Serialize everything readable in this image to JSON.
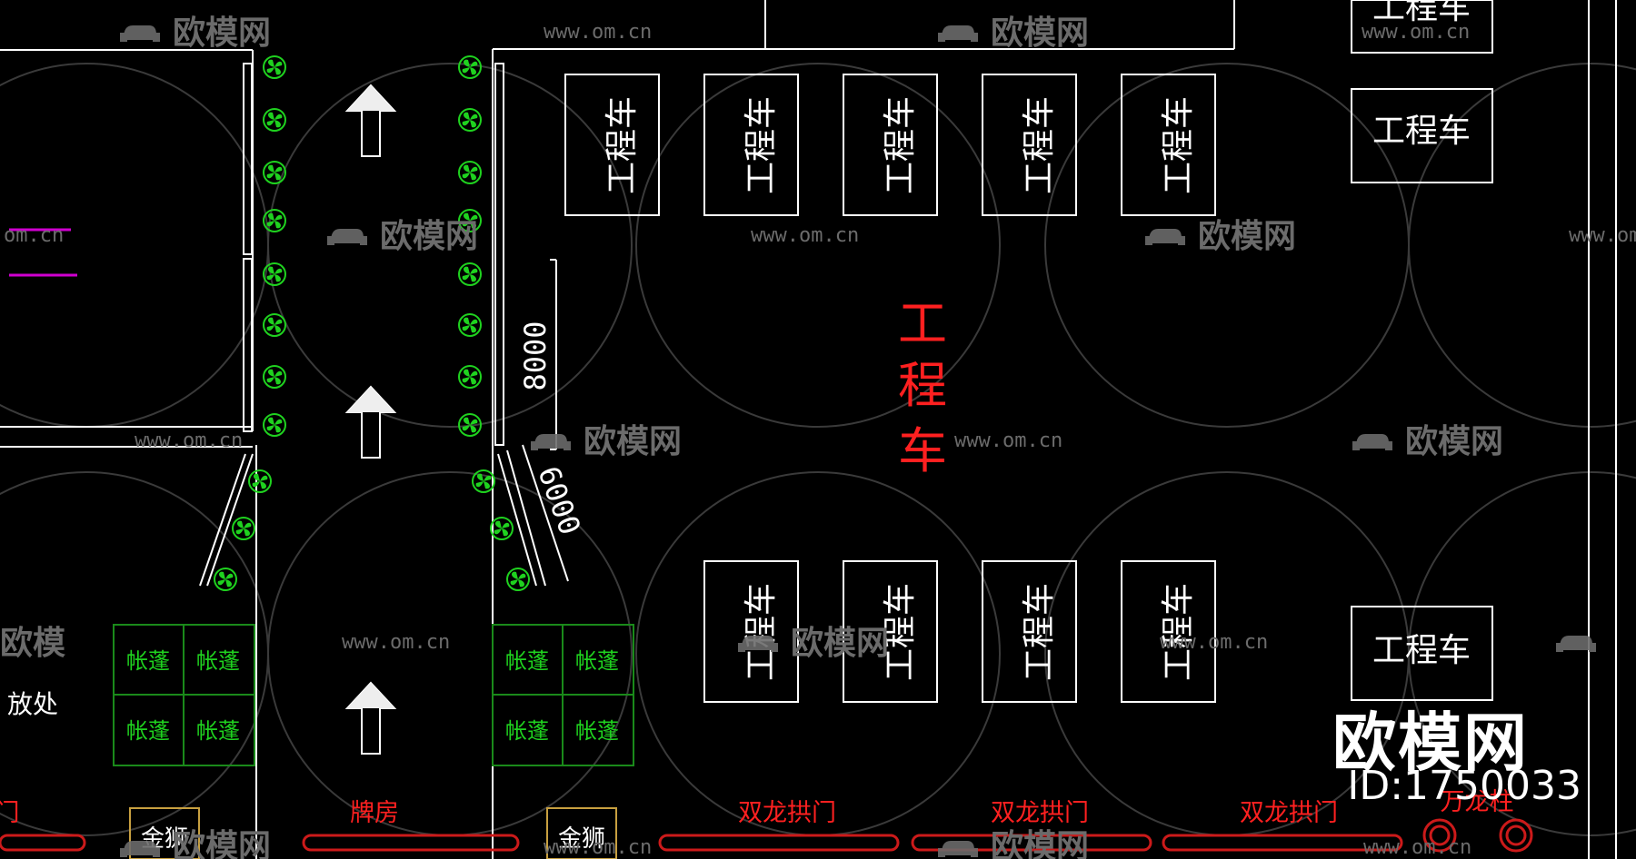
{
  "labels": {
    "truck": "工程车",
    "tent": "帐蓬",
    "big_truck_chars": [
      "工",
      "程",
      "车"
    ],
    "dim_8000": "8000",
    "dim_6000": "6000",
    "storage": "放处",
    "gatehouse": "牌房",
    "golden_lion": "金狮",
    "arch_door": "双龙拱门",
    "wanlong": "万龙柱",
    "left_door": "门"
  },
  "watermark": {
    "brand": "欧模网",
    "url": "www.om.cn",
    "url_partial": "om.cn",
    "url_partial2": "www.om.",
    "brand_partial": "欧模",
    "id_text": "ID:1750033"
  },
  "colors": {
    "background": "#000000",
    "line": "#ffffff",
    "tree": "#1fd21f",
    "tent_grid": "#1a8a1a",
    "label_red": "#ff2020",
    "dim_magenta": "#d000d0",
    "lion_box": "#c8a040"
  }
}
